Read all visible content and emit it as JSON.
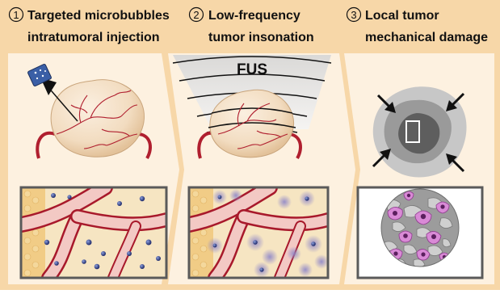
{
  "steps": [
    {
      "number": "1",
      "line1": "Targeted microbubbles",
      "line2": "intratumoral injection"
    },
    {
      "number": "2",
      "line1": "Low-frequency",
      "line2": "tumor insonation"
    },
    {
      "number": "3",
      "line1": "Local tumor",
      "line2": "mechanical damage"
    }
  ],
  "fus_label": "FUS",
  "colors": {
    "header_bg": "#f7d7a8",
    "panel_bg": "#fdf2e2",
    "tumor": "#f3dcc0",
    "vessel": "#a8192b",
    "bubble": "#2f3d7c",
    "cell_purple": "#c65bc0"
  }
}
